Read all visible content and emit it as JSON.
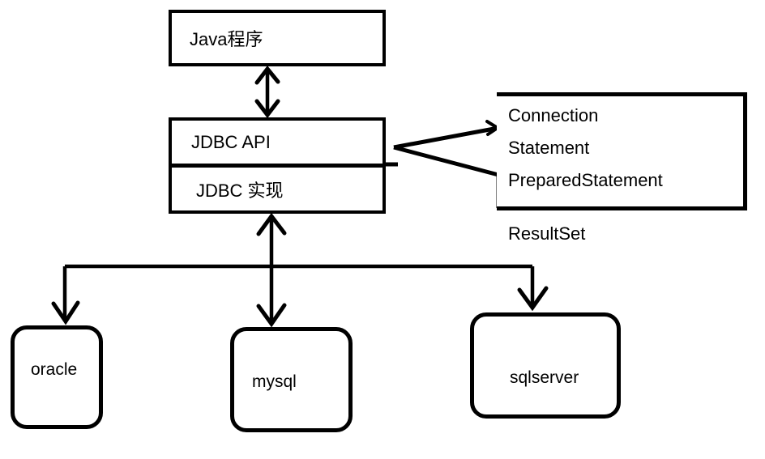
{
  "diagram": {
    "title": "JDBC architecture diagram",
    "colors": {
      "stroke": "#000000",
      "background": "#ffffff",
      "text": "#000000"
    },
    "nodes": {
      "java_app": {
        "label": "Java程序"
      },
      "jdbc_api": {
        "label": "JDBC API"
      },
      "jdbc_impl": {
        "label": "JDBC 实现"
      },
      "interfaces": {
        "items": [
          "Connection",
          "Statement",
          "PreparedStatement"
        ]
      },
      "resultset": {
        "label": "ResultSet"
      },
      "databases": {
        "items": [
          "oracle",
          "mysql",
          "sqlserver"
        ]
      }
    }
  }
}
